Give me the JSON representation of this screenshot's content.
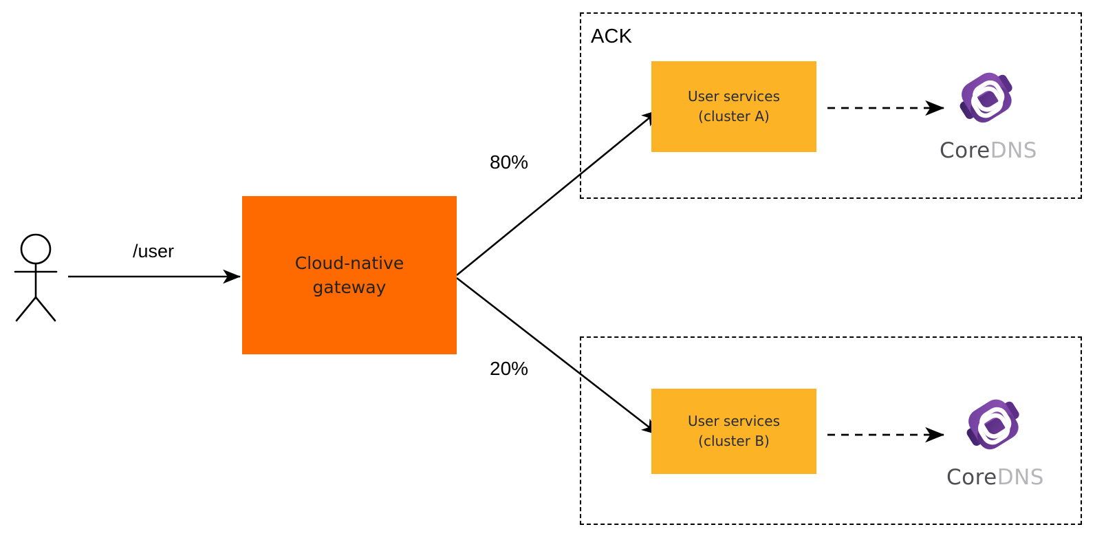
{
  "diagram": {
    "type": "architecture-flow",
    "background": "#ffffff",
    "actor": {
      "name": "user-actor",
      "label": ""
    },
    "edges": [
      {
        "id": "user-to-gateway",
        "label": "/user",
        "style": "solid",
        "from": "user-actor",
        "to": "gateway"
      },
      {
        "id": "gateway-to-cluster-a",
        "label": "80%",
        "style": "solid",
        "from": "gateway",
        "to": "user-services-cluster-a"
      },
      {
        "id": "gateway-to-cluster-b",
        "label": "20%",
        "style": "solid",
        "from": "gateway",
        "to": "user-services-cluster-b"
      },
      {
        "id": "cluster-a-to-coredns",
        "label": "",
        "style": "dashed",
        "from": "user-services-cluster-a",
        "to": "coredns-a"
      },
      {
        "id": "cluster-b-to-coredns",
        "label": "",
        "style": "dashed",
        "from": "user-services-cluster-b",
        "to": "coredns-b"
      }
    ],
    "gateway": {
      "label": "Cloud-native\ngateway",
      "color": "#ff6a00"
    },
    "groups": [
      {
        "id": "ack-top",
        "label": "ACK"
      },
      {
        "id": "ack-bottom",
        "label": ""
      }
    ],
    "services": [
      {
        "id": "user-services-cluster-a",
        "label": "User services\n(cluster A)",
        "color": "#fcb426"
      },
      {
        "id": "user-services-cluster-b",
        "label": "User services\n(cluster B)",
        "color": "#fcb426"
      }
    ],
    "logos": [
      {
        "id": "coredns-a",
        "text_primary": "Core",
        "text_secondary": "DNS"
      },
      {
        "id": "coredns-b",
        "text_primary": "Core",
        "text_secondary": "DNS"
      }
    ],
    "colors": {
      "gateway_orange": "#ff6a00",
      "service_amber": "#fcb426",
      "stroke_black": "#000000",
      "coredns_purple_dark": "#45256b",
      "coredns_purple_light": "#8a4fb0",
      "coredns_text_dark": "#4e4e52",
      "coredns_text_light": "#b6b6ba"
    }
  }
}
